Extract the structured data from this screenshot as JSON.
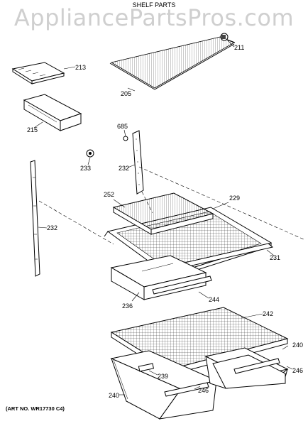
{
  "watermark": "AppliancePartsPros.com",
  "title": "SHELF PARTS",
  "art_number": "(ART NO. WR17730 C4)",
  "callouts": {
    "p211": "211",
    "p213": "213",
    "p205": "205",
    "p215": "215",
    "p685": "685",
    "p233": "233",
    "p232a": "232",
    "p252": "252",
    "p229": "229",
    "p232b": "232",
    "p231": "231",
    "p236": "236",
    "p244": "244",
    "p242": "242",
    "p240a": "240",
    "p239": "239",
    "p246a": "246",
    "p246b": "246",
    "p240b": "240"
  }
}
